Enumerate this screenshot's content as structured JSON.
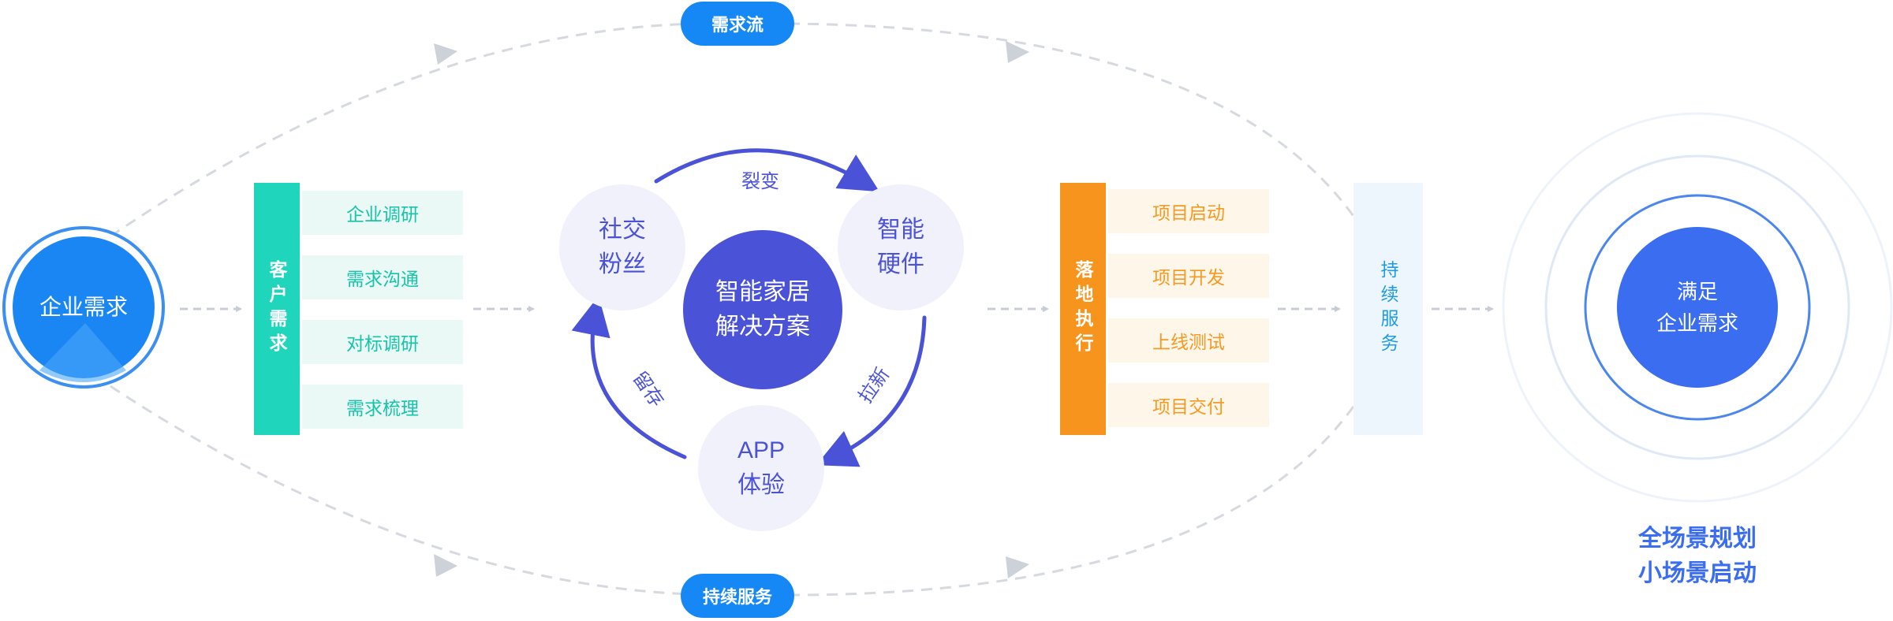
{
  "flow": {
    "top_pill": "需求流",
    "bottom_pill": "持续服务",
    "start": "企业需求"
  },
  "customer": {
    "title": "客户需求",
    "items": [
      "企业调研",
      "需求沟通",
      "对标调研",
      "需求梳理"
    ]
  },
  "center": {
    "core": [
      "智能家居",
      "解决方案"
    ],
    "nodes": [
      [
        "社交",
        "粉丝"
      ],
      [
        "智能",
        "硬件"
      ],
      [
        "APP",
        "体验"
      ]
    ],
    "arrows": [
      "裂变",
      "拉新",
      "留存"
    ]
  },
  "execution": {
    "title": "落地执行",
    "items": [
      "项目启动",
      "项目开发",
      "上线测试",
      "项目交付"
    ]
  },
  "service": {
    "title": "持续服务"
  },
  "goal": {
    "circle": [
      "满足",
      "企业需求"
    ],
    "caption": [
      "全场景规划",
      "小场景启动"
    ]
  },
  "colors": {
    "blue": "#1688f5",
    "teal": "#1fd6bd",
    "orange": "#f7941d",
    "indigo": "#4a53d8",
    "goal": "#3a6df0"
  }
}
